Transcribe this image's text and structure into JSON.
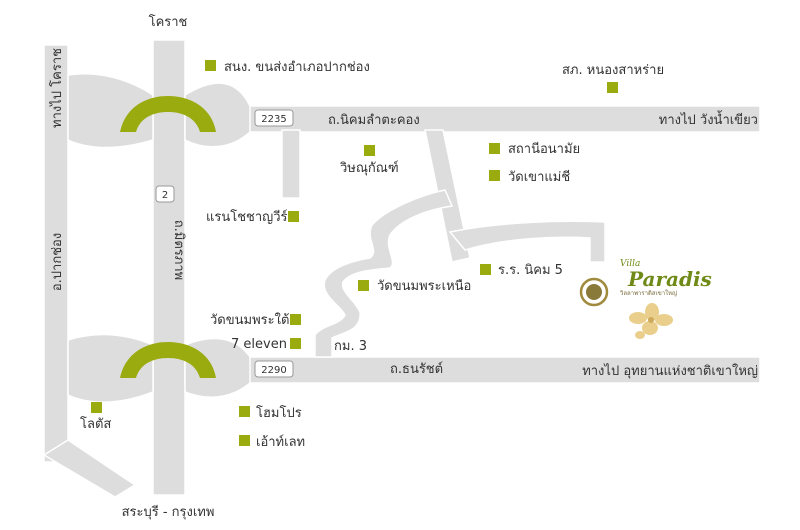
{
  "map": {
    "roads": {
      "top_road_name": "ถ.นิคมลำตะคอง",
      "bottom_road_name": "ถ.ธนรัชต์",
      "vertical_road_name": "ถ.มิตรภาพ",
      "km_label": "กม. 3"
    },
    "shields": {
      "top": "2235",
      "bottom": "2290",
      "mittraphap": "2"
    },
    "directions": {
      "north": "โคราช",
      "south": "สระบุรี - กรุงเทพ",
      "left_top": "ทางไป โคราช",
      "left_bottom": "อ.ปากช่อง",
      "east_top": "ทางไป วังน้ำเขียว",
      "east_bottom": "ทางไป อุทยานแห่งชาติเขาใหญ่"
    },
    "landmarks": [
      {
        "id": "transport",
        "label": "สนง. ขนส่งอำเภอปากช่อง"
      },
      {
        "id": "police",
        "label": "สภ. หนองสาหร่าย"
      },
      {
        "id": "health",
        "label": "สถานีอนามัย"
      },
      {
        "id": "wat-khao-mae-chi",
        "label": "วัดเขาแม่ชี"
      },
      {
        "id": "witsanukan",
        "label": "วิษณุกัณฑ์"
      },
      {
        "id": "rancho",
        "label": "แรนโชชาญวีร์"
      },
      {
        "id": "school",
        "label": "ร.ร. นิคม 5"
      },
      {
        "id": "wat-nuea",
        "label": "วัดขนมพระเหนือ"
      },
      {
        "id": "wat-tai",
        "label": "วัดขนมพระใต้"
      },
      {
        "id": "seven",
        "label": "7 eleven"
      },
      {
        "id": "lotus",
        "label": "โลตัส"
      },
      {
        "id": "homepro",
        "label": "โฮมโปร"
      },
      {
        "id": "makro",
        "label": "เอ้าท์เลท"
      }
    ],
    "destination": {
      "logo_top": "Villa",
      "logo_main": "Paradis",
      "logo_sub": "วิลลาพาราดิสเขาใหญ่"
    },
    "colors": {
      "road": "#dddddd",
      "accent": "#9aab10",
      "text": "#333333"
    }
  }
}
